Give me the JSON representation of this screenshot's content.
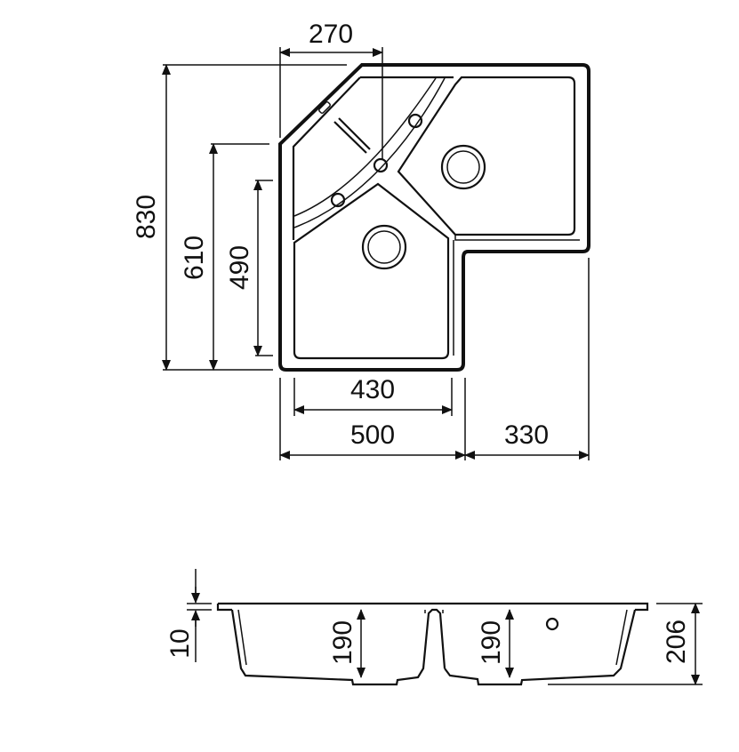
{
  "top_view": {
    "dim_270": "270",
    "dim_830": "830",
    "dim_610": "610",
    "dim_490": "490",
    "dim_430": "430",
    "dim_500": "500",
    "dim_330": "330"
  },
  "side_view": {
    "dim_10": "10",
    "dim_190_left": "190",
    "dim_190_right": "190",
    "dim_206": "206"
  },
  "colors": {
    "line": "#111111",
    "background": "#ffffff"
  }
}
